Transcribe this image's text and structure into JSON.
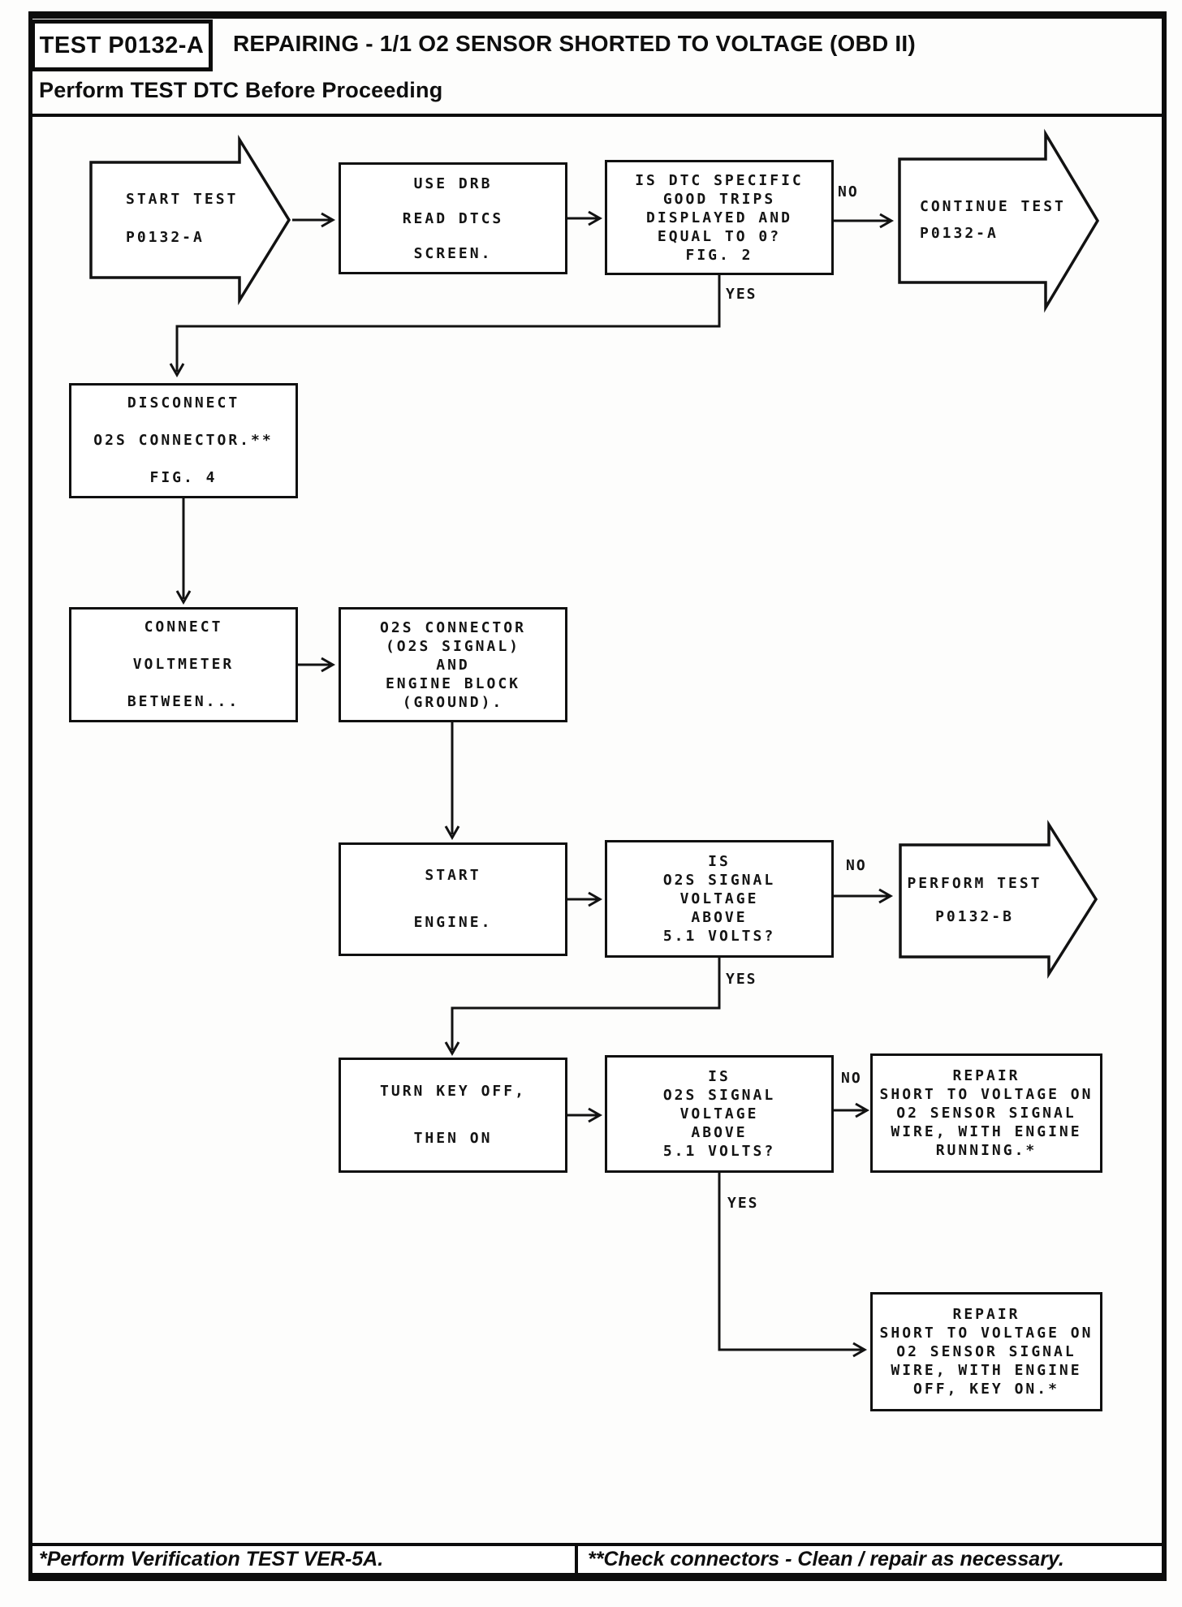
{
  "header": {
    "test_id": "TEST P0132-A",
    "title": "REPAIRING - 1/1 O2 SENSOR SHORTED TO VOLTAGE (OBD II)",
    "subtitle": "Perform TEST DTC Before Proceeding"
  },
  "labels": {
    "yes": "YES",
    "no": "NO"
  },
  "nodes": {
    "start": {
      "type": "off-page-arrow",
      "lines": [
        "START TEST",
        "P0132-A"
      ]
    },
    "use_drb": {
      "type": "process",
      "lines": [
        "USE DRB",
        "READ DTCS",
        "SCREEN."
      ]
    },
    "dtc_check": {
      "type": "decision",
      "lines": [
        "IS DTC SPECIFIC",
        "GOOD TRIPS",
        "DISPLAYED AND",
        "EQUAL TO 0?",
        "FIG. 2"
      ]
    },
    "continue_test": {
      "type": "off-page-arrow",
      "lines": [
        "CONTINUE TEST",
        "P0132-A"
      ]
    },
    "disconnect": {
      "type": "process",
      "lines": [
        "DISCONNECT",
        "O2S CONNECTOR.**",
        "FIG. 4"
      ]
    },
    "connect_voltmeter": {
      "type": "process",
      "lines": [
        "CONNECT",
        "VOLTMETER",
        "BETWEEN..."
      ]
    },
    "o2s_connector": {
      "type": "process",
      "lines": [
        "O2S CONNECTOR",
        "(O2S SIGNAL)",
        "AND",
        "ENGINE BLOCK",
        "(GROUND)."
      ]
    },
    "start_engine": {
      "type": "process",
      "lines": [
        "START",
        "ENGINE."
      ]
    },
    "voltage_check_1": {
      "type": "decision",
      "lines": [
        "IS",
        "O2S SIGNAL",
        "VOLTAGE",
        "ABOVE",
        "5.1 VOLTS?"
      ]
    },
    "perform_test": {
      "type": "off-page-arrow",
      "lines": [
        "PERFORM TEST",
        "P0132-B"
      ]
    },
    "turn_key": {
      "type": "process",
      "lines": [
        "TURN KEY OFF,",
        "THEN ON"
      ]
    },
    "voltage_check_2": {
      "type": "decision",
      "lines": [
        "IS",
        "O2S SIGNAL",
        "VOLTAGE",
        "ABOVE",
        "5.1 VOLTS?"
      ]
    },
    "repair_running": {
      "type": "action",
      "lines": [
        "REPAIR",
        "SHORT TO VOLTAGE ON",
        "O2 SENSOR SIGNAL",
        "WIRE, WITH ENGINE",
        "RUNNING.*"
      ]
    },
    "repair_key_on": {
      "type": "action",
      "lines": [
        "REPAIR",
        "SHORT TO VOLTAGE ON",
        "O2 SENSOR SIGNAL",
        "WIRE, WITH ENGINE",
        "OFF, KEY ON.*"
      ]
    }
  },
  "footer": {
    "left_note": "*Perform Verification TEST VER-5A.",
    "right_note": "**Check connectors - Clean / repair as necessary."
  }
}
